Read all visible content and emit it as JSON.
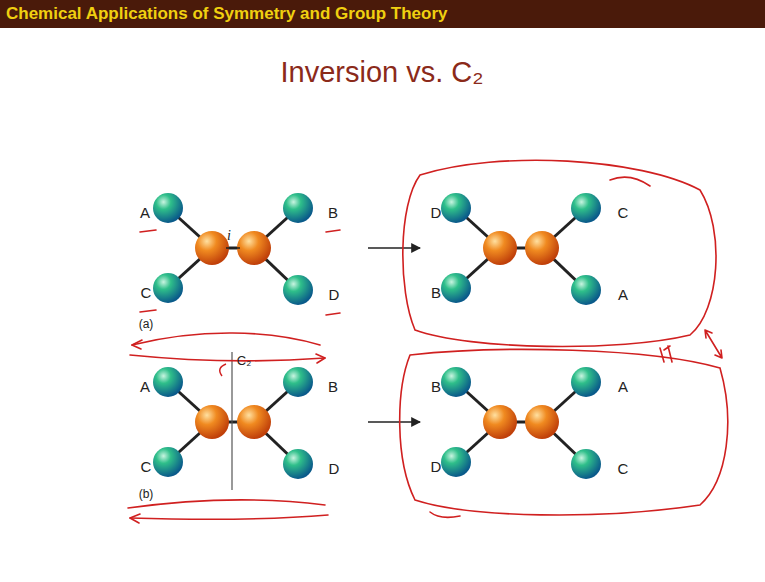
{
  "diagram": {
    "title": "Inversion vs. C₂",
    "labels": [
      "Chemical Applications of Symmetry and Group Theory",
      "A",
      "B",
      "i",
      "C",
      "D",
      "(a)",
      "D",
      "C",
      "B",
      "A",
      "A",
      "C₂",
      "B",
      "C",
      "D",
      "(b)",
      "B",
      "A",
      "D",
      "C"
    ]
  }
}
